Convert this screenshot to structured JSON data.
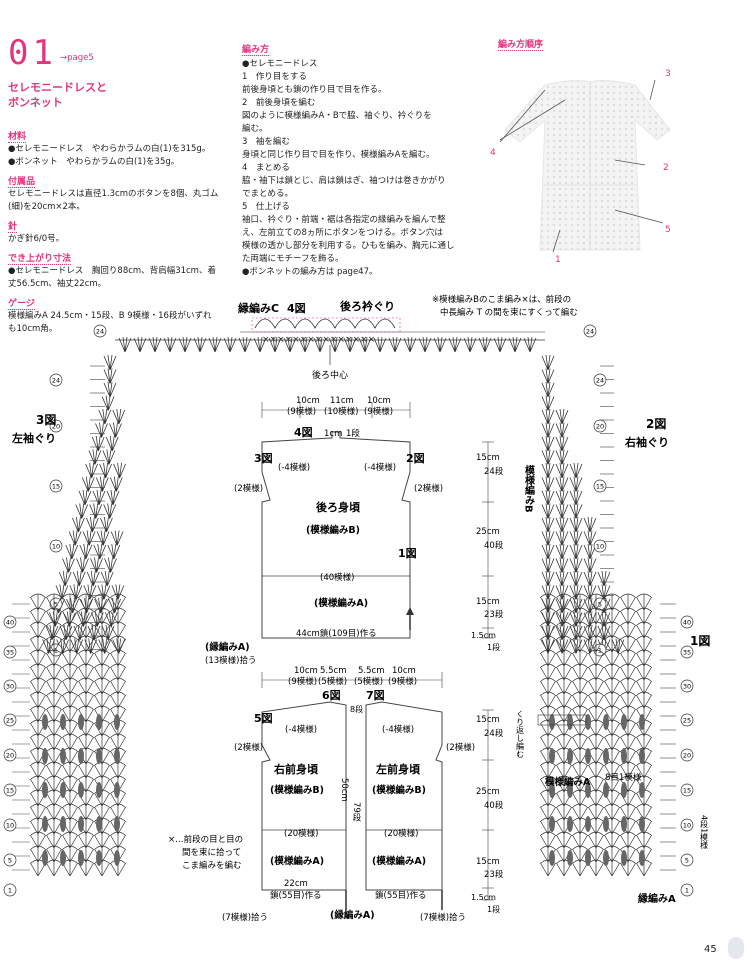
{
  "header": {
    "number": "01",
    "page_ref": "→page5",
    "title_line1": "セレモニードレスと",
    "title_line2": "ボンネット"
  },
  "materials": {
    "heading": "材料",
    "lines": [
      "●セレモニードレス　やわらかラムの白(1)を315g。",
      "●ボンネット　やわらかラムの白(1)を35g。"
    ]
  },
  "accessories": {
    "heading": "付属品",
    "lines": [
      "セレモニードレスは直径1.3cmのボタンを8個、丸ゴム",
      "(細)を20cm×2本。"
    ]
  },
  "needle": {
    "heading": "針",
    "lines": [
      "かぎ針6/0号。"
    ]
  },
  "size": {
    "heading": "でき上がり寸法",
    "lines": [
      "●セレモニードレス　胸回り88cm、背肩幅31cm、着",
      "丈56.5cm、袖丈22cm。"
    ]
  },
  "gauge": {
    "heading": "ゲージ",
    "lines": [
      "模様編みA 24.5cm・15段、B 9模様・16段がいずれ",
      "も10cm角。"
    ]
  },
  "howto": {
    "heading": "編み方",
    "lines": [
      "●セレモニードレス",
      "1　作り目をする",
      "前後身頃とも鎖の作り目で目を作る。",
      "2　前後身頃を編む",
      "図のように模様編みA・Bで脇、袖ぐり、衿ぐりを",
      "編む。",
      "3　袖を編む",
      "身頃と同じ作り目で目を作り、模様編みAを編む。",
      "4　まとめる",
      "脇・袖下は鎖とじ、肩は鎖はぎ、袖つけは巻きかがり",
      "でまとめる。",
      "5　仕上げる",
      "袖口、衿ぐり・前端・裾は各指定の縁編みを編んで整",
      "え、左前立ての8ヵ所にボタンをつける。ボタン穴は",
      "模様の透かし部分を利用する。ひもを編み、胸元に通し",
      "た両端にモチーフを飾る。",
      "●ボンネットの編み方は page47。"
    ]
  },
  "order": {
    "heading": "編み方順序",
    "numbers": [
      "3",
      "4",
      "2",
      "5",
      "1"
    ]
  },
  "top_chart": {
    "label_c": "縁編みC",
    "fig4": "4図",
    "collar": "後ろ衿ぐり",
    "center": "後ろ中心",
    "note1": "※模様編みBのこま編み×は、前段の",
    "note2": "中長編み T の間を束にすくって編む",
    "row24": "24"
  },
  "left_chart": {
    "fig3": "3図",
    "armhole": "左袖ぐり",
    "rows": [
      "24",
      "20",
      "15",
      "10",
      "5",
      "1",
      "40",
      "35",
      "30",
      "25",
      "20",
      "15",
      "10",
      "5",
      "1"
    ]
  },
  "right_chart": {
    "fig2": "2図",
    "armhole": "右袖ぐり",
    "pattern_b": "模様編みB",
    "fig1": "1図",
    "pattern_a": "模様編みA",
    "row8": "8目1模様",
    "repeat_note": "くり返し編む",
    "rows4": "4段1模様",
    "edge_a": "縁編みA",
    "rows": [
      "24",
      "20",
      "15",
      "10",
      "5",
      "1",
      "40",
      "35",
      "30",
      "25",
      "20",
      "15",
      "10",
      "5",
      "1"
    ]
  },
  "back_body": {
    "top_dims": [
      "10cm",
      "11cm",
      "10cm"
    ],
    "top_patterns": [
      "(9模様)",
      "(10模様)",
      "(9模様)"
    ],
    "fig4": "4図",
    "neck": "1cm",
    "neck_rows": "1段",
    "fig3": "3図",
    "fig2": "2図",
    "dec_left": "(-4模様)",
    "dec_right": "(-4模様)",
    "side_left": "(2模様)",
    "side_right": "(2模様)",
    "title": "後ろ身頃",
    "pattern_b": "(模様編みB)",
    "fig1": "1図",
    "count40": "(40模様)",
    "pattern_a": "(模様編みA)",
    "chain": "44cm鎖(109目)作る",
    "edge_a": "(縁編みA)",
    "pickup": "(13模様)拾う",
    "right_dims": {
      "d1": "15cm",
      "r1": "24段",
      "d2": "25cm",
      "r2": "40段",
      "d3": "15cm",
      "r3": "23段",
      "d4": "1.5cm",
      "r4": "1段"
    }
  },
  "front_body": {
    "top_dims": [
      "10cm",
      "5.5cm",
      "5.5cm",
      "10cm"
    ],
    "top_patterns": [
      "(9模様)",
      "(5模様)",
      "(5模様)",
      "(9模様)"
    ],
    "fig6": "6図",
    "fig7": "7図",
    "fig5": "5図",
    "neck": "8段",
    "dec_left": "(-4模様)",
    "dec_right": "(-4模様)",
    "side_left": "(2模様)",
    "side_right": "(2模様)",
    "right_title": "右前身頃",
    "left_title": "左前身頃",
    "pattern_b": "(模様編みB)",
    "count20": "(20模様)",
    "pattern_a": "(模様編みA)",
    "chain_dim": "22cm",
    "chain": "鎖(55目)作る",
    "edge_a": "(縁編みA)",
    "pickup": "(7模様)拾う",
    "center_dim": "50cm",
    "center_rows": "79段",
    "note": [
      "×…前段の目と目の",
      "間を束に拾って",
      "こま編みを編む"
    ],
    "right_dims": {
      "d1": "15cm",
      "r1": "24段",
      "d2": "25cm",
      "r2": "40段",
      "d3": "15cm",
      "r3": "23段",
      "d4": "1.5cm",
      "r4": "1段"
    }
  },
  "footer": {
    "page_number": "45"
  }
}
